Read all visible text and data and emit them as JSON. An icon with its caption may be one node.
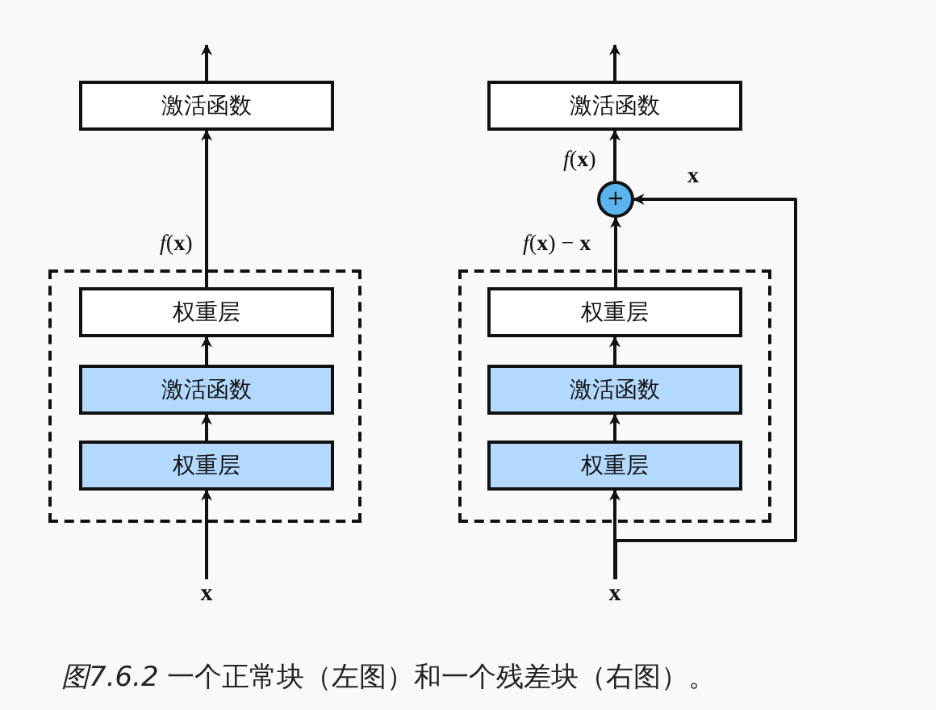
{
  "diagram": {
    "caption": "*图7.6.2* 一个正常块（左图）和一个残差块（右图）。",
    "nodes": [
      {
        "text": [],
        "shape": "box"
      },
      {
        "text": [
          "激活函数"
        ]
      },
      {
        "text": [
          "权重层"
        ],
        "in": 0
      },
      {
        "text": [
          "激活函数"
        ],
        "in": 0
      },
      {
        "text": [
          "权重层"
        ],
        "in": 0
      },
      {
        "text": [
          "**x**"
        ]
      },
      {
        "text": [],
        "shape": "box"
      },
      {
        "text": [
          "激活函数"
        ]
      },
      {
        "text": [
          "+"
        ]
      },
      {
        "text": [
          "权重层"
        ],
        "in": 6
      },
      {
        "text": [
          "激活函数"
        ],
        "in": 6
      },
      {
        "text": [
          "权重层"
        ],
        "in": 6
      },
      {
        "text": [
          "**x**"
        ]
      }
    ],
    "edges": [
      {
        "from": 5,
        "to": 4,
        "arrow": "to"
      },
      {
        "from": 4,
        "to": 3,
        "arrow": "to"
      },
      {
        "from": 3,
        "to": 2,
        "arrow": "to"
      },
      {
        "from": 2,
        "to": 1,
        "arrow": "to",
        "label": "*f*(**x**)"
      },
      {
        "from": 1,
        "to": null,
        "arrow": "to"
      },
      {
        "from": 12,
        "to": 11,
        "arrow": "to"
      },
      {
        "from": 11,
        "to": 10,
        "arrow": "to"
      },
      {
        "from": 10,
        "to": 9,
        "arrow": "to"
      },
      {
        "from": 9,
        "to": 8,
        "arrow": "to",
        "label": "*f*(**x**) − **x**"
      },
      {
        "from": 12,
        "to": 8,
        "arrow": "to",
        "label": "**x**"
      },
      {
        "from": 8,
        "to": 7,
        "arrow": "to",
        "label": "*f*(**x**)"
      },
      {
        "from": 7,
        "to": null,
        "arrow": "to"
      }
    ]
  }
}
